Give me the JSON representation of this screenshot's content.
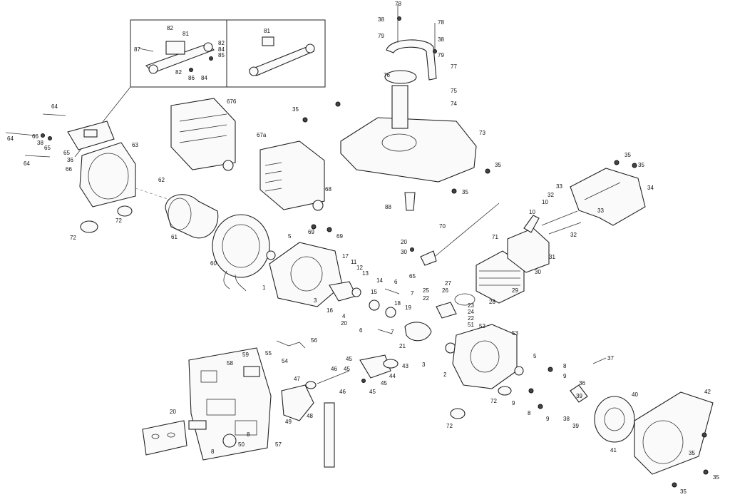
{
  "labels": {
    "l64a": "64",
    "l64b": "64",
    "l64c": "64",
    "l66": "66",
    "l38a": "38",
    "l65a": "65",
    "l65b": "65",
    "l36a": "36",
    "l66b": "66",
    "l63": "63",
    "l62": "62",
    "l61": "61",
    "l72a": "72",
    "l72b": "72",
    "l60": "60",
    "l676": "676",
    "l67": "67a",
    "l68": "68",
    "l69a": "69",
    "l69b": "69",
    "l5a": "5",
    "l1": "1",
    "l3a": "3",
    "l16": "16",
    "l4": "4",
    "l20a": "20",
    "l6a": "6",
    "l6b": "6",
    "l7a": "7",
    "l7b": "7",
    "l17": "17",
    "l11": "11",
    "l12": "12",
    "l13": "13",
    "l14": "14",
    "l15": "15",
    "l18": "18",
    "l19": "19",
    "l21": "21",
    "l25": "25",
    "l22a": "22",
    "l26": "26",
    "l27": "27",
    "l23": "23",
    "l24": "24",
    "l22b": "22",
    "l51": "51",
    "l52": "52",
    "l53": "53",
    "l2": "2",
    "l3b": "3",
    "l5b": "5",
    "l8a": "8",
    "l9a": "9",
    "l9b": "9",
    "l8b": "8",
    "l9c": "9",
    "l72c": "72",
    "l72d": "72",
    "l36b": "36",
    "l38b": "38",
    "l39a": "39",
    "l39b": "39",
    "l37": "37",
    "l40": "40",
    "l41": "41",
    "l42": "42",
    "l35a": "35",
    "l35b": "35",
    "l35c": "35",
    "l35d": "35",
    "l35e": "35",
    "l35f": "35",
    "l35g": "35",
    "l35h": "35",
    "l73": "73",
    "l74": "74",
    "l75": "75",
    "l76": "76",
    "l77": "77",
    "l78a": "78",
    "l78b": "78",
    "l38c": "38",
    "l38d": "38",
    "l79a": "79",
    "l79b": "79",
    "l88": "88",
    "l70": "70",
    "l20b": "20",
    "l30a": "30",
    "l65c": "65",
    "l71": "71",
    "l10a": "10",
    "l10b": "10",
    "l32a": "32",
    "l32b": "32",
    "l33a": "33",
    "l33b": "33",
    "l34": "34",
    "l31": "31",
    "l30b": "30",
    "l29": "29",
    "l28": "28",
    "l59": "59",
    "l58": "58",
    "l55": "55",
    "l54": "54",
    "l56": "56",
    "l45a": "45",
    "l45b": "45",
    "l45c": "45",
    "l45d": "45",
    "l43": "43",
    "l44": "44",
    "l46a": "46",
    "l46b": "46",
    "l47": "47",
    "l48": "48",
    "l49": "49",
    "l57": "57",
    "l50": "50",
    "l8c": "8",
    "l8d": "8",
    "l20c": "20",
    "l81a": "81",
    "l81b": "81",
    "l82a": "82",
    "l82b": "82",
    "l82c": "82",
    "l87": "87",
    "l84a": "84",
    "l84b": "84",
    "l85": "85",
    "l86": "86"
  }
}
